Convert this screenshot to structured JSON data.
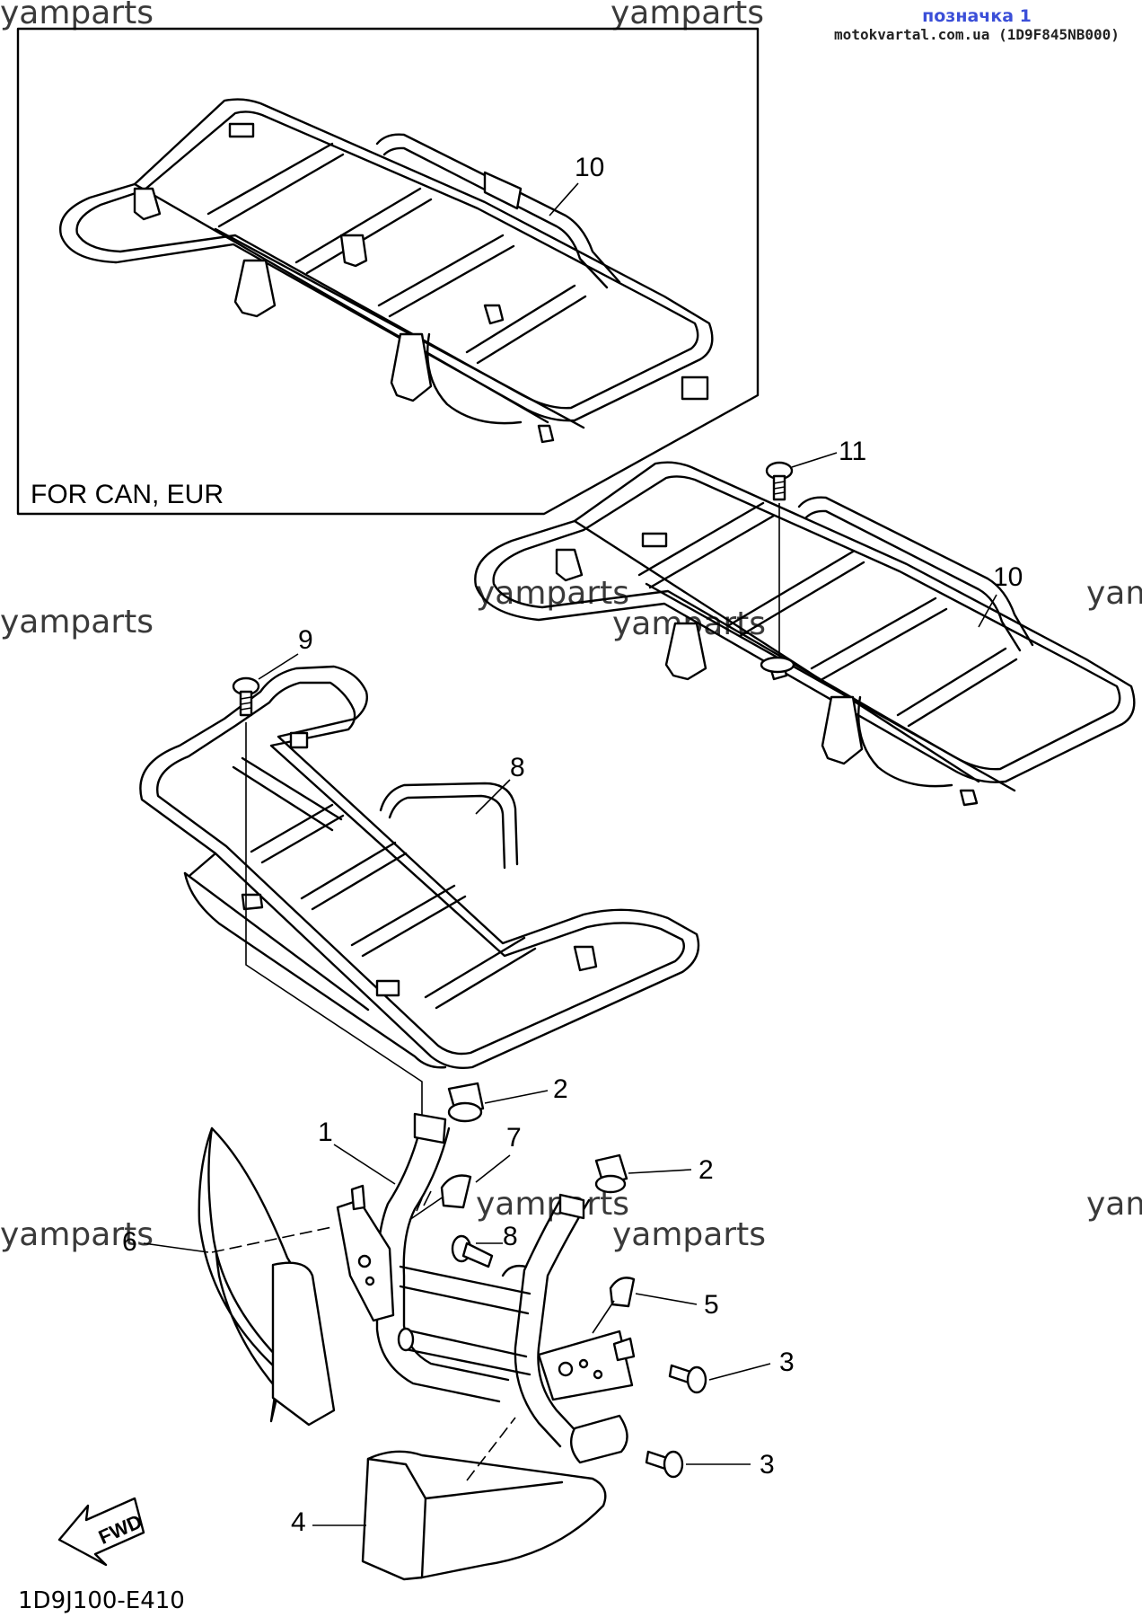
{
  "header": {
    "title": "позначка 1",
    "source": "motokvartal.com.ua (1D9F845NB000)",
    "title_color": "#3b4fd8"
  },
  "watermark": "yamparts",
  "inset_label": "FOR CAN, EUR",
  "diagram_code": "1D9J100-E410",
  "fwd_label": "FWD",
  "callouts": {
    "c1": "1",
    "c2a": "2",
    "c2b": "2",
    "c3a": "3",
    "c3b": "3",
    "c4": "4",
    "c5": "5",
    "c6": "6",
    "c7": "7",
    "c8": "8",
    "c9": "9",
    "c10a": "10",
    "c10b": "10",
    "c11": "11",
    "c8b": "8"
  }
}
